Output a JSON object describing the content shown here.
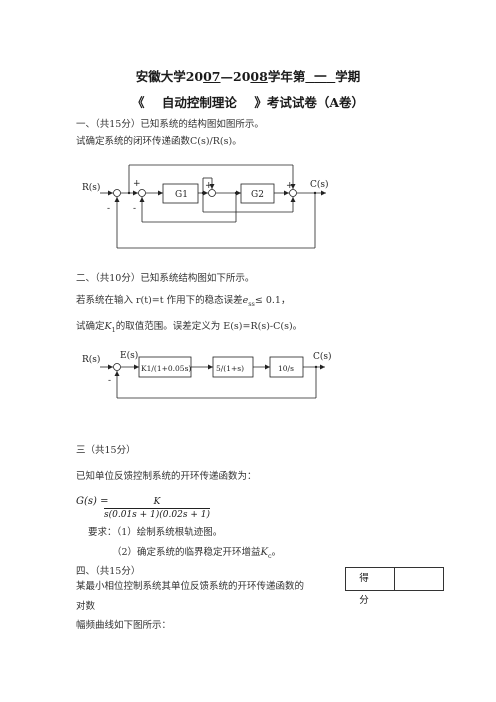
{
  "header": {
    "university": "安徽大学",
    "year_prefix_1": "20",
    "year_1": "07",
    "dash": "—",
    "year_prefix_2": "20",
    "year_2": "08",
    "year_suffix": "学年第",
    "semester": "一",
    "semester_suffix": "学期",
    "course_open": "《",
    "course": "自动控制理论",
    "course_close": "》考试试卷（A卷）"
  },
  "q1": {
    "heading": "一、（共15分）已知系统的结构图如图所示。",
    "task": "试确定系统的闭环传递函数C(s)/R(s)。",
    "diagram": {
      "input": "R(s)",
      "output": "C(s)",
      "block1": "G1",
      "block2": "G2",
      "plus": "+",
      "minus": "-"
    }
  },
  "q2": {
    "heading": "二、（共10分）已知系统结构图如下所示。",
    "line1_prefix": "若系统在输入 r(t)=t 作用下的稳态误差",
    "line1_symbol": "e",
    "line1_sub": "ss",
    "line1_suffix": "≤ 0.1，",
    "line2_prefix": "试确定",
    "line2_symbol": "K",
    "line2_sub": "1",
    "line2_suffix": "的取值范围。误差定义为 E(s)=R(s)-C(s)。",
    "diagram": {
      "input": "R(s)",
      "error": "E(s)",
      "output": "C(s)",
      "block1": "K1/(1+0.05s)",
      "block2": "5/(1+s)",
      "block3": "10/s",
      "minus": "-"
    }
  },
  "q3": {
    "heading": "三（共15分）",
    "intro": "已知单位反馈控制系统的开环传递函数为：",
    "lhs": "G(s) =",
    "numerator": "K",
    "denominator": "s(0.01s + 1)(0.02s + 1)",
    "req1": "要求：（1）绘制系统根轨迹图。",
    "req2_prefix": "（2）确定系统的临界稳定开环增益",
    "req2_symbol": "K",
    "req2_sub": "c",
    "req2_suffix": "。"
  },
  "q4": {
    "heading": "四、（共15分）",
    "line1": "某最小相位控制系统其单位反馈系统的开环传递函数的",
    "line2": "对数",
    "line3": "幅频曲线如下图所示：",
    "score_label": "得 分"
  }
}
